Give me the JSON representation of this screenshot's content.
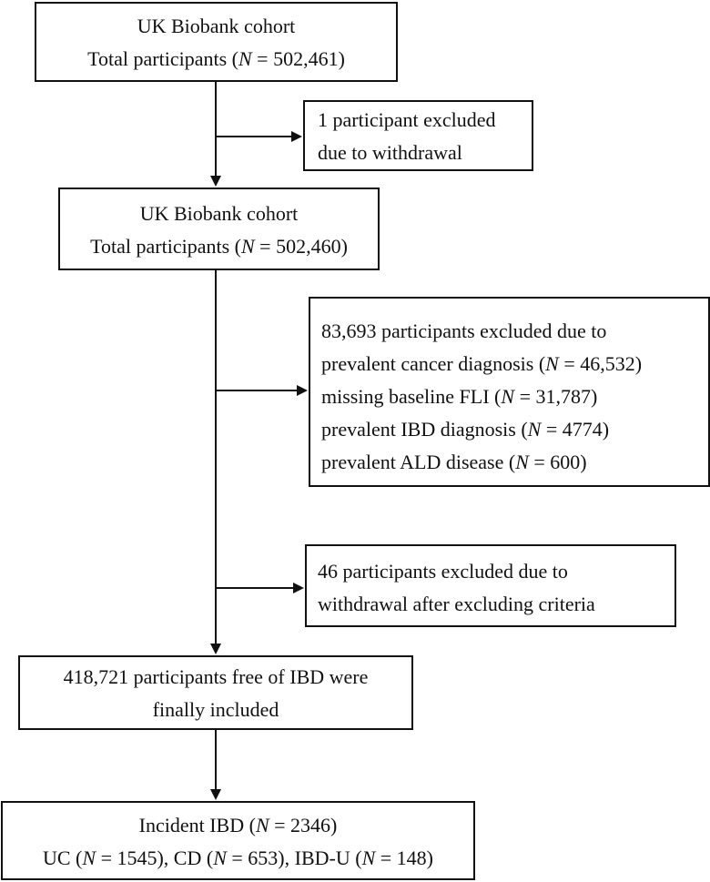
{
  "box1": {
    "line1": "UK Biobank cohort",
    "line2_prefix": "Total participants (",
    "line2_var": "N",
    "line2_suffix": " = 502,461)"
  },
  "exclusion1": {
    "line1": "1 participant excluded",
    "line2": "due to withdrawal"
  },
  "box2": {
    "line1": "UK Biobank cohort",
    "line2_prefix": "Total participants (",
    "line2_var": "N",
    "line2_suffix": " = 502,460)"
  },
  "exclusion2": {
    "header": "83,693 participants excluded due to",
    "items": [
      {
        "prefix": "prevalent cancer diagnosis (",
        "var": "N",
        "suffix": " = 46,532)"
      },
      {
        "prefix": "missing baseline FLI (",
        "var": "N",
        "suffix": " = 31,787)"
      },
      {
        "prefix": "prevalent IBD diagnosis (",
        "var": "N",
        "suffix": " = 4774)"
      },
      {
        "prefix": "prevalent ALD disease (",
        "var": "N",
        "suffix": " = 600)"
      }
    ]
  },
  "exclusion3": {
    "line1": "46 participants excluded due to",
    "line2": "withdrawal after excluding criteria"
  },
  "box3": {
    "line1": "418,721 participants free of IBD were",
    "line2": "finally included"
  },
  "box4": {
    "line1_prefix": "Incident IBD (",
    "line1_var": "N",
    "line1_suffix": " = 2346)",
    "line2_p1": "UC (",
    "line2_v1": "N",
    "line2_p2": " = 1545), CD (",
    "line2_v2": "N",
    "line2_p3": " = 653), IBD-U (",
    "line2_v3": "N",
    "line2_p4": " = 148)"
  }
}
